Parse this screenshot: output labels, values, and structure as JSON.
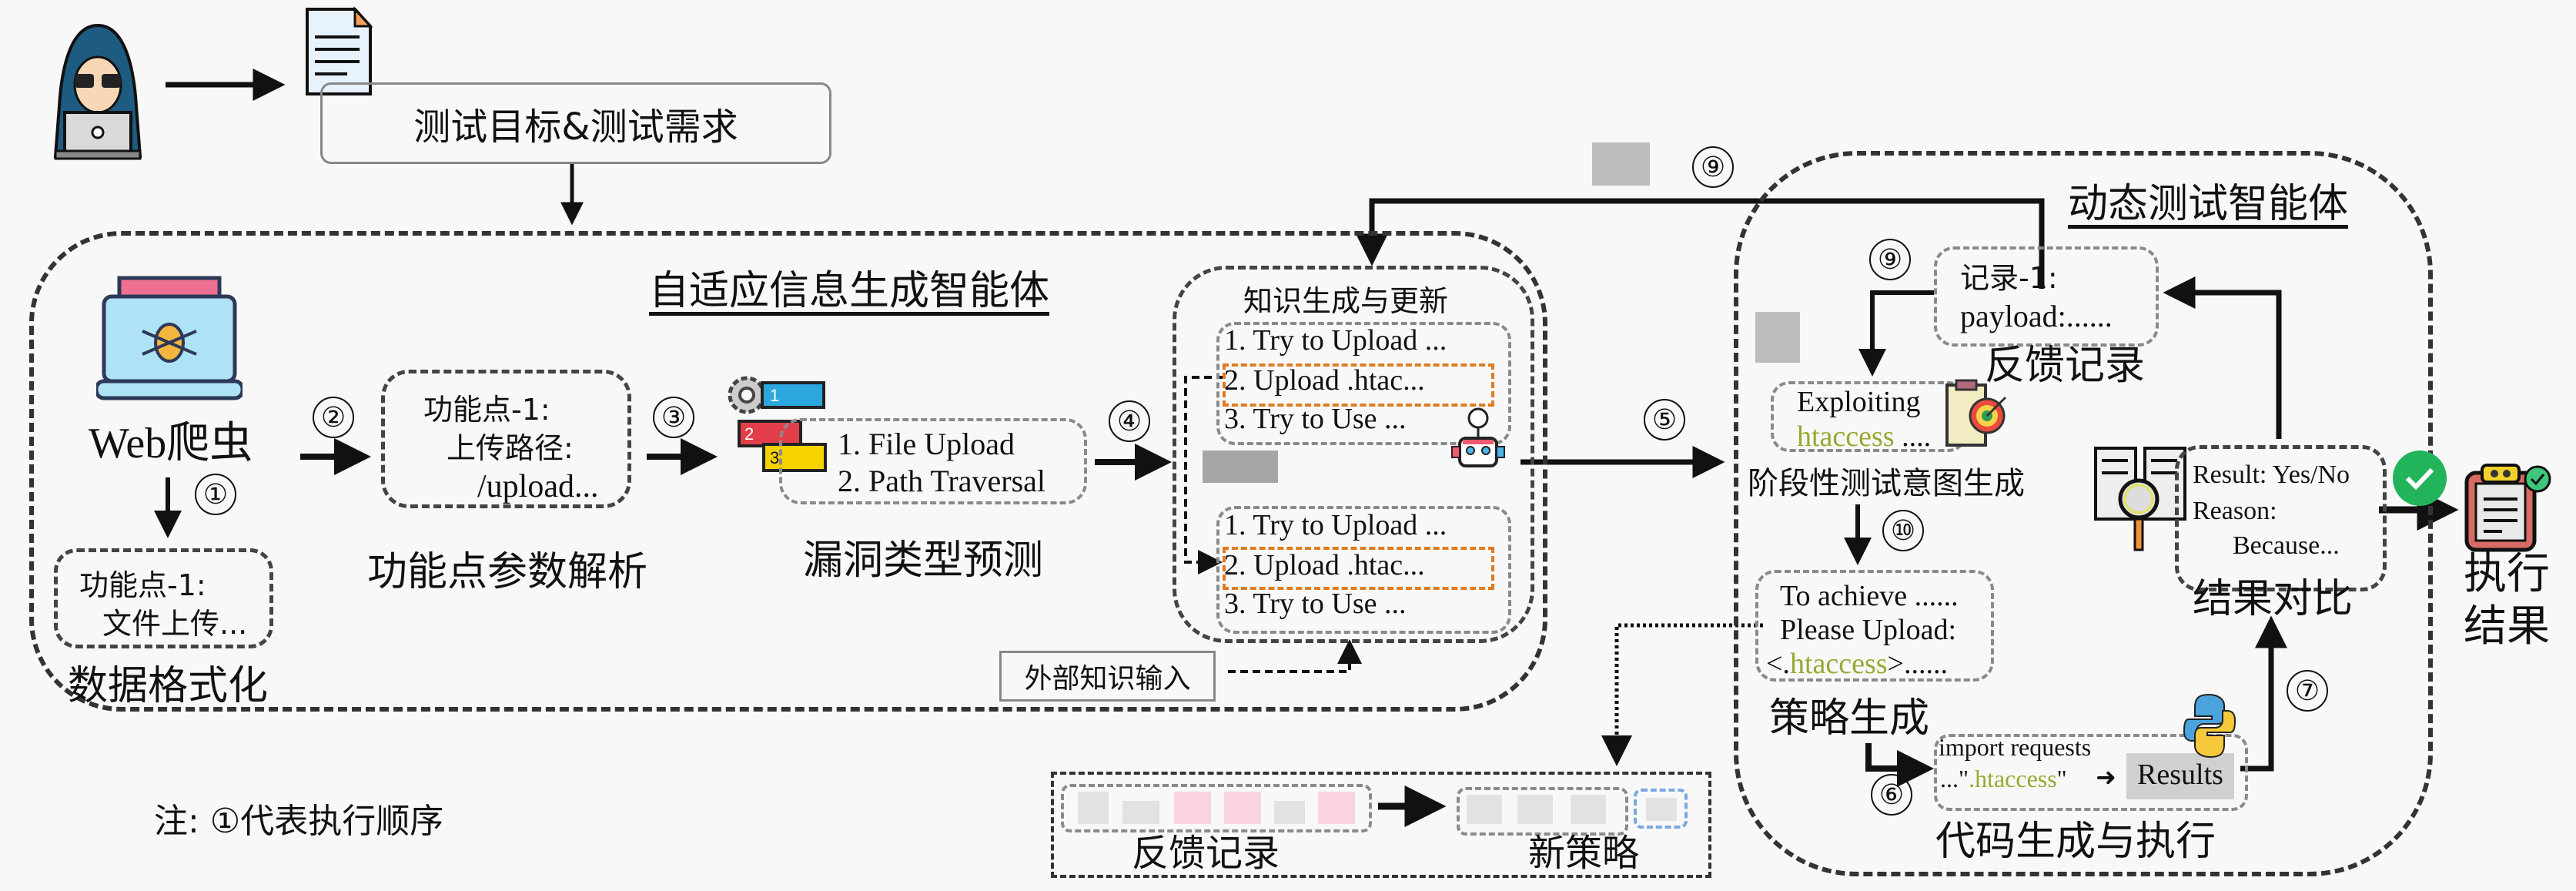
{
  "input": {
    "target_label": "测试目标&测试需求"
  },
  "adaptive_agent": {
    "title": "自适应信息生成智能体",
    "crawler_label": "Web爬虫",
    "data_format": {
      "caption": "数据格式化",
      "line1": "功能点-1:",
      "line2": "文件上传..."
    },
    "param_parse": {
      "caption": "功能点参数解析",
      "line1": "功能点-1:",
      "line2": "上传路径:",
      "line3": "/upload..."
    },
    "vuln_predict": {
      "caption": "漏洞类型预测",
      "items": [
        "1. File Upload",
        "2. Path Traversal"
      ]
    },
    "knowledge": {
      "title": "知识生成与更新",
      "list_top": [
        "1. Try to Upload ...",
        "2. Upload .htac...",
        "3. Try to Use ..."
      ],
      "list_bottom": [
        "1. Try to Upload ...",
        "2. Upload .htac...",
        "3. Try to Use ..."
      ],
      "external_input": "外部知识输入"
    }
  },
  "dynamic_agent": {
    "title": "动态测试智能体",
    "feedback": {
      "caption": "反馈记录",
      "line1": "记录-1:",
      "line2": "payload:......"
    },
    "intent": {
      "caption": "阶段性测试意图生成",
      "line1": "Exploiting",
      "line2_highlight": "htaccess",
      "line2_rest": " ...."
    },
    "strategy": {
      "caption": "策略生成",
      "line1": "To achieve ......",
      "line2": "Please Upload:",
      "line3_prefix": "<.",
      "line3_highlight": "htaccess",
      "line3_suffix": ">......"
    },
    "code": {
      "caption": "代码生成与执行",
      "line1": "import requests",
      "line2_prefix": "...\"",
      "line2_highlight": ".htaccess",
      "line2_suffix": "\"",
      "results": "Results"
    },
    "compare": {
      "caption": "结果对比",
      "line1": "Result: Yes/No",
      "line2": "Reason:",
      "line3": "Because..."
    }
  },
  "output": {
    "label_line1": "执行",
    "label_line2": "结果"
  },
  "legend": {
    "feedback_label": "反馈记录",
    "new_strategy_label": "新策略"
  },
  "steps": {
    "s1": "①",
    "s2": "②",
    "s3": "③",
    "s4": "④",
    "s5": "⑤",
    "s6": "⑥",
    "s7": "⑦",
    "s9a": "⑨",
    "s9b": "⑨",
    "s10": "⑩"
  },
  "note": "注: ①代表执行顺序",
  "colors": {
    "highlight_text": "#9aa832",
    "orange_dash": "#e07b20",
    "pink_block": "#f9d3dd",
    "gray_block": "#bdbdbd",
    "success_green": "#22b45a"
  }
}
